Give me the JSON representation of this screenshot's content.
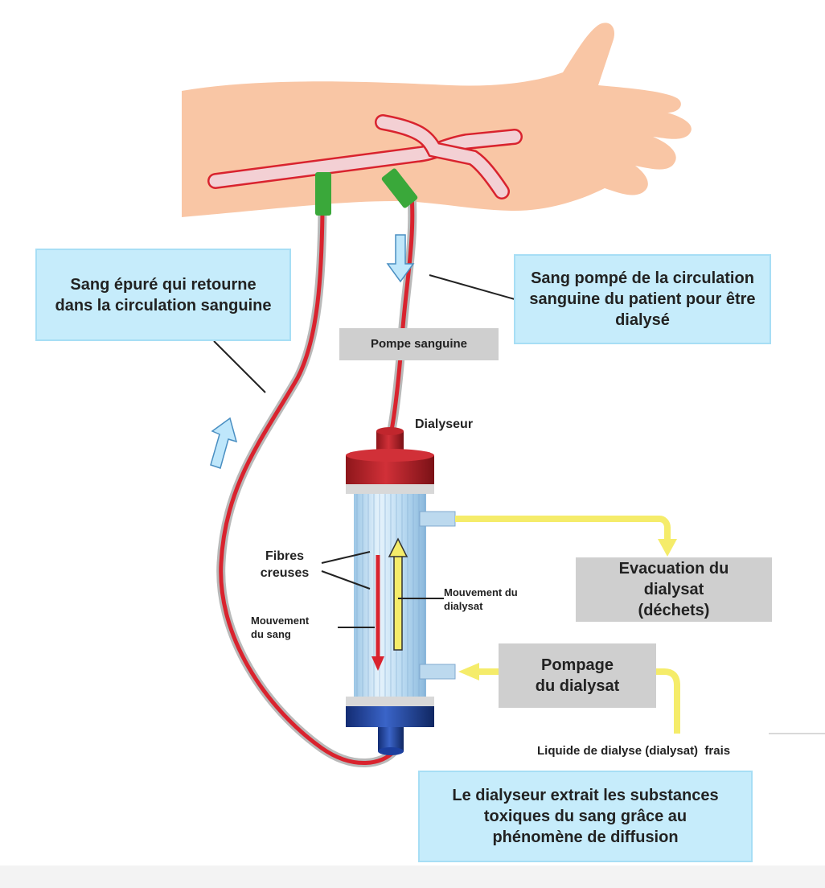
{
  "labels": {
    "sang_epure": "Sang épuré qui retourne dans la circulation sanguine",
    "sang_pompe": "Sang pompé de la circulation sanguine du patient pour être dialysé",
    "pompe_sanguine": "Pompe sanguine",
    "dialyseur": "Dialyseur",
    "fibres_creuses": "Fibres creuses",
    "mouvement_sang": "Mouvement du sang",
    "mouvement_dialysat": "Mouvement du dialysat",
    "evacuation": "Evacuation du dialysat (déchets)",
    "pompage": "Pompage du dialysat",
    "liquide": "Liquide de dialyse (dialysat)  frais",
    "dialyseur_extrait": "Le dialyseur extrait les substances toxiques du sang grâce au phénomène de diffusion"
  },
  "colors": {
    "skin": "#f9c6a5",
    "blood_red": "#d9232e",
    "vessel_fill": "#f3d0d4",
    "tube_grey": "#b9b9b9",
    "connector_green": "#3aa83a",
    "dialysate_yellow": "#f5ec6a",
    "cap_red": "#b41f24",
    "cap_blue": "#1c3f9e",
    "cyan_box": "#c6ecfb",
    "grey_box": "#cfcfcf",
    "arrow_blue": "#bfe7fb"
  },
  "icons": [
    "arm-illustration",
    "dialyzer-cylinder",
    "blue-flow-arrow",
    "yellow-flow-arrow",
    "red-flow-arrow"
  ]
}
